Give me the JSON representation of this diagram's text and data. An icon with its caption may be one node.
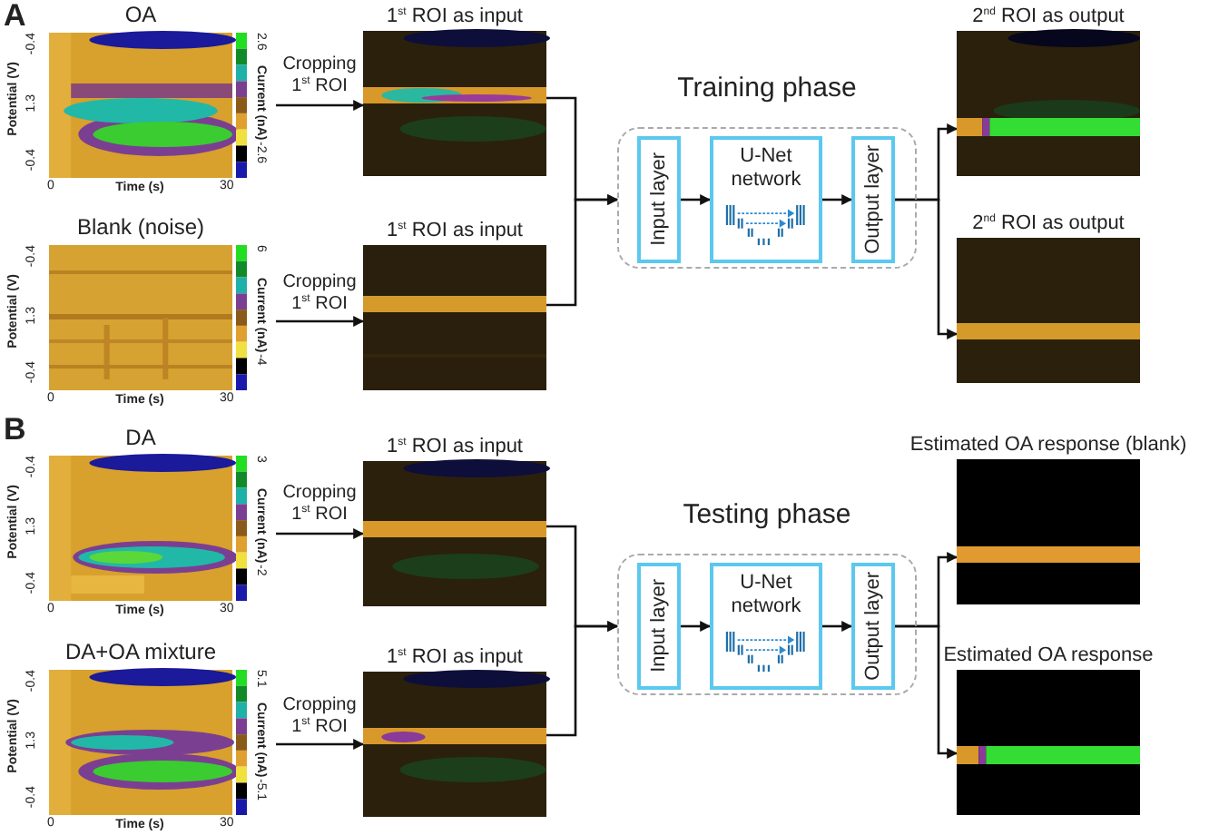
{
  "diagram": {
    "nodes": [
      {
        "text": [
          "OA"
        ],
        "beside": [
          "-0.4",
          "1.3",
          "-0.4",
          "Potential (V)",
          "0",
          "30",
          "Time (s)",
          "2.6",
          "-2.6",
          "Current (nA)"
        ]
      },
      {
        "text": [
          "Blank (noise)"
        ],
        "beside": [
          "-0.4",
          "1.3",
          "-0.4",
          "Potential (V)",
          "0",
          "30",
          "Time (s)",
          "6",
          "-4",
          "Current (nA)"
        ]
      },
      {
        "text": [
          "1$^{st}$ ROI as input"
        ]
      },
      {
        "text": [
          "1$^{st}$ ROI as input"
        ]
      },
      {
        "text": [
          "Training phase"
        ]
      },
      {
        "text": [
          "Input layer"
        ],
        "in": 4
      },
      {
        "text": [
          "U-Net network"
        ],
        "in": 4
      },
      {
        "text": [
          "Output layer"
        ],
        "in": 4
      },
      {
        "text": [
          "2$^{nd}$ ROI as output"
        ]
      },
      {
        "text": [
          "2$^{nd}$ ROI as output"
        ]
      },
      {
        "text": [
          "DA"
        ],
        "beside": [
          "-0.4",
          "1.3",
          "-0.4",
          "Potential (V)",
          "0",
          "30",
          "Time (s)",
          "3",
          "-2",
          "Current (nA)"
        ]
      },
      {
        "text": [
          "DA+OA mixture"
        ],
        "beside": [
          "-0.4",
          "1.3",
          "-0.4",
          "Potential (V)",
          "0",
          "30",
          "Time (s)",
          "5.1",
          "-5.1",
          "Current (nA)"
        ]
      },
      {
        "text": [
          "1$^{st}$ ROI as input"
        ]
      },
      {
        "text": [
          "1$^{st}$ ROI as input"
        ]
      },
      {
        "text": [
          "Testing phase"
        ]
      },
      {
        "text": [
          "Input layer"
        ],
        "in": 14
      },
      {
        "text": [
          "U-Net network"
        ],
        "in": 14
      },
      {
        "text": [
          "Output layer"
        ],
        "in": 14
      },
      {
        "text": [
          "Estimated OA response (blank)"
        ]
      },
      {
        "text": [
          "Estimated OA response"
        ]
      }
    ],
    "edges": [
      {
        "from": 0,
        "to": 2,
        "arrow": "to",
        "label": "Cropping 1$^{st}$ ROI"
      },
      {
        "from": 1,
        "to": 3,
        "arrow": "to",
        "label": "Cropping 1$^{st}$ ROI"
      },
      {
        "from": 2,
        "to": 4,
        "arrow": "to"
      },
      {
        "from": 3,
        "to": 4,
        "arrow": "to"
      },
      {
        "from": 5,
        "to": 6,
        "arrow": "to"
      },
      {
        "from": 6,
        "to": 7,
        "arrow": "to"
      },
      {
        "from": 7,
        "to": 8,
        "arrow": "to"
      },
      {
        "from": 7,
        "to": 9,
        "arrow": "to"
      },
      {
        "from": 10,
        "to": 12,
        "arrow": "to",
        "label": "Cropping 1$^{st}$ ROI"
      },
      {
        "from": 11,
        "to": 13,
        "arrow": "to",
        "label": "Cropping 1$^{st}$ ROI"
      },
      {
        "from": 12,
        "to": 14,
        "arrow": "to"
      },
      {
        "from": 13,
        "to": 14,
        "arrow": "to"
      },
      {
        "from": 15,
        "to": 16,
        "arrow": "to"
      },
      {
        "from": 16,
        "to": 17,
        "arrow": "to"
      },
      {
        "from": 17,
        "to": 18,
        "arrow": "to"
      },
      {
        "from": 17,
        "to": 19,
        "arrow": "to"
      }
    ],
    "labels": [
      "A",
      "B"
    ]
  }
}
